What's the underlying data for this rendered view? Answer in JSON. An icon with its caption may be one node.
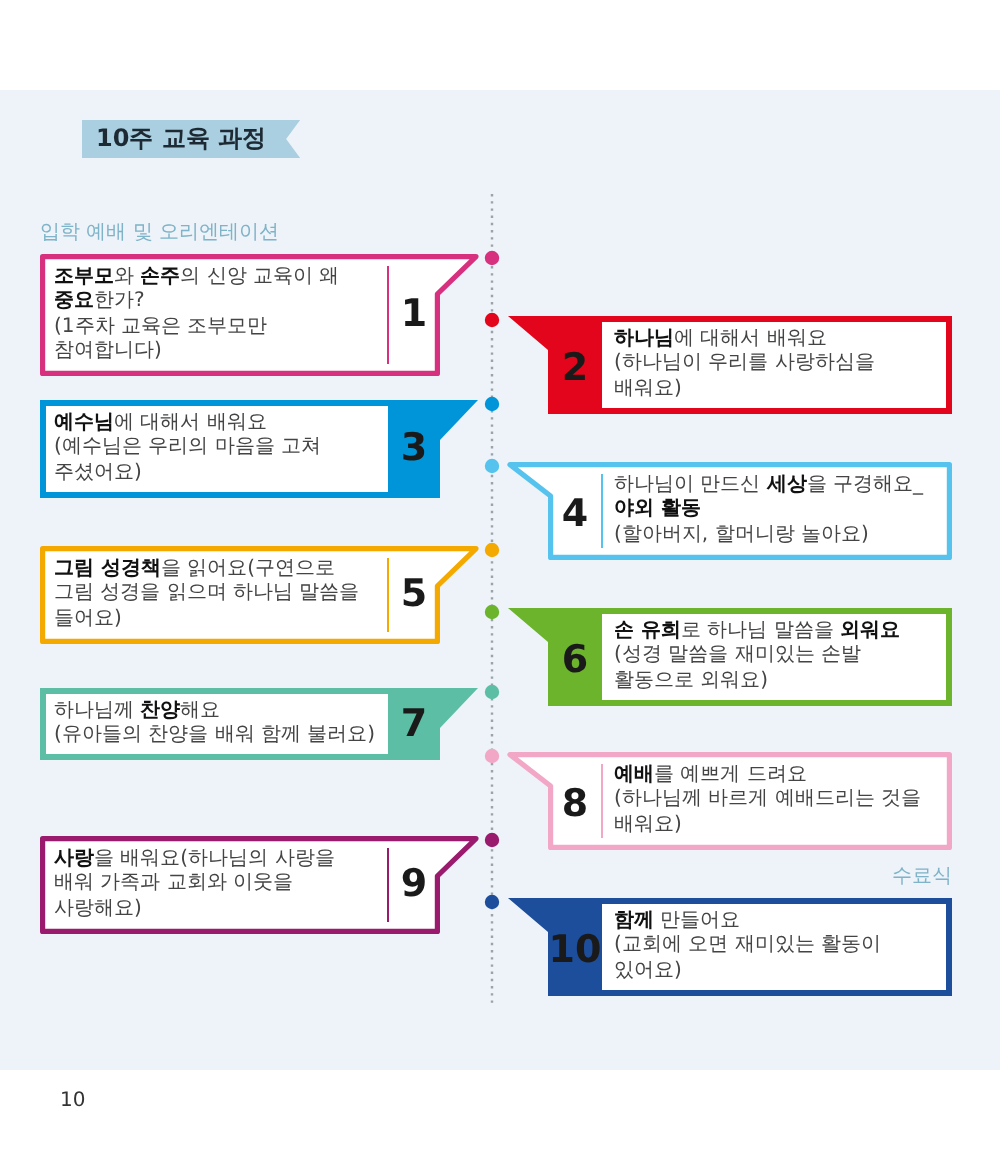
{
  "diagram": {
    "title": "10주 교육 과정",
    "nodes": [
      {
        "text": [
          "**조부모**와 **손주**의 신앙 교육이 왜 **중요**한가?",
          "(1주차 교육은 조부모만 참여합니다)",
          "1"
        ],
        "beside": [
          "입학 예배 및 오리엔테이션"
        ]
      },
      {
        "text": [
          "2",
          "**하나님**에 대해서 배워요",
          "(하나님이 우리를 사랑하심을 배워요)"
        ]
      },
      {
        "text": [
          "**예수님**에 대해서 배워요",
          "(예수님은 우리의 마음을 고쳐 주셨어요)",
          "3"
        ]
      },
      {
        "text": [
          "4",
          "하나님이 만드신 **세상**을 구경해요_**야외 활동**",
          "(할아버지, 할머니랑 놀아요)"
        ]
      },
      {
        "text": [
          "**그림 성경책**을 읽어요(구연으로 그림 성경을 읽으며 하나님 말씀을 들어요)",
          "5"
        ]
      },
      {
        "text": [
          "6",
          "**손 유희**로 하나님 말씀을 **외워요**(성경 말씀을 재미있는 손발 활동으로 외워요)"
        ]
      },
      {
        "text": [
          "하나님께 **찬양**해요",
          "(유아들의 찬양을 배워 함께 불러요)",
          "7"
        ]
      },
      {
        "text": [
          "8",
          "**예배**를 예쁘게 드려요",
          "(하나님께 바르게 예배드리는 것을 배워요)"
        ]
      },
      {
        "text": [
          "**사랑**을 배워요(하나님의 사랑을 배워 가족과 교회와 이웃을 사랑해요)",
          "9"
        ]
      },
      {
        "text": [
          "10",
          "**함께** 만들어요",
          "(교회에 오면 재미있는 활동이 있어요)"
        ],
        "beside": [
          "수료식"
        ]
      }
    ],
    "labels": [
      "10"
    ]
  }
}
